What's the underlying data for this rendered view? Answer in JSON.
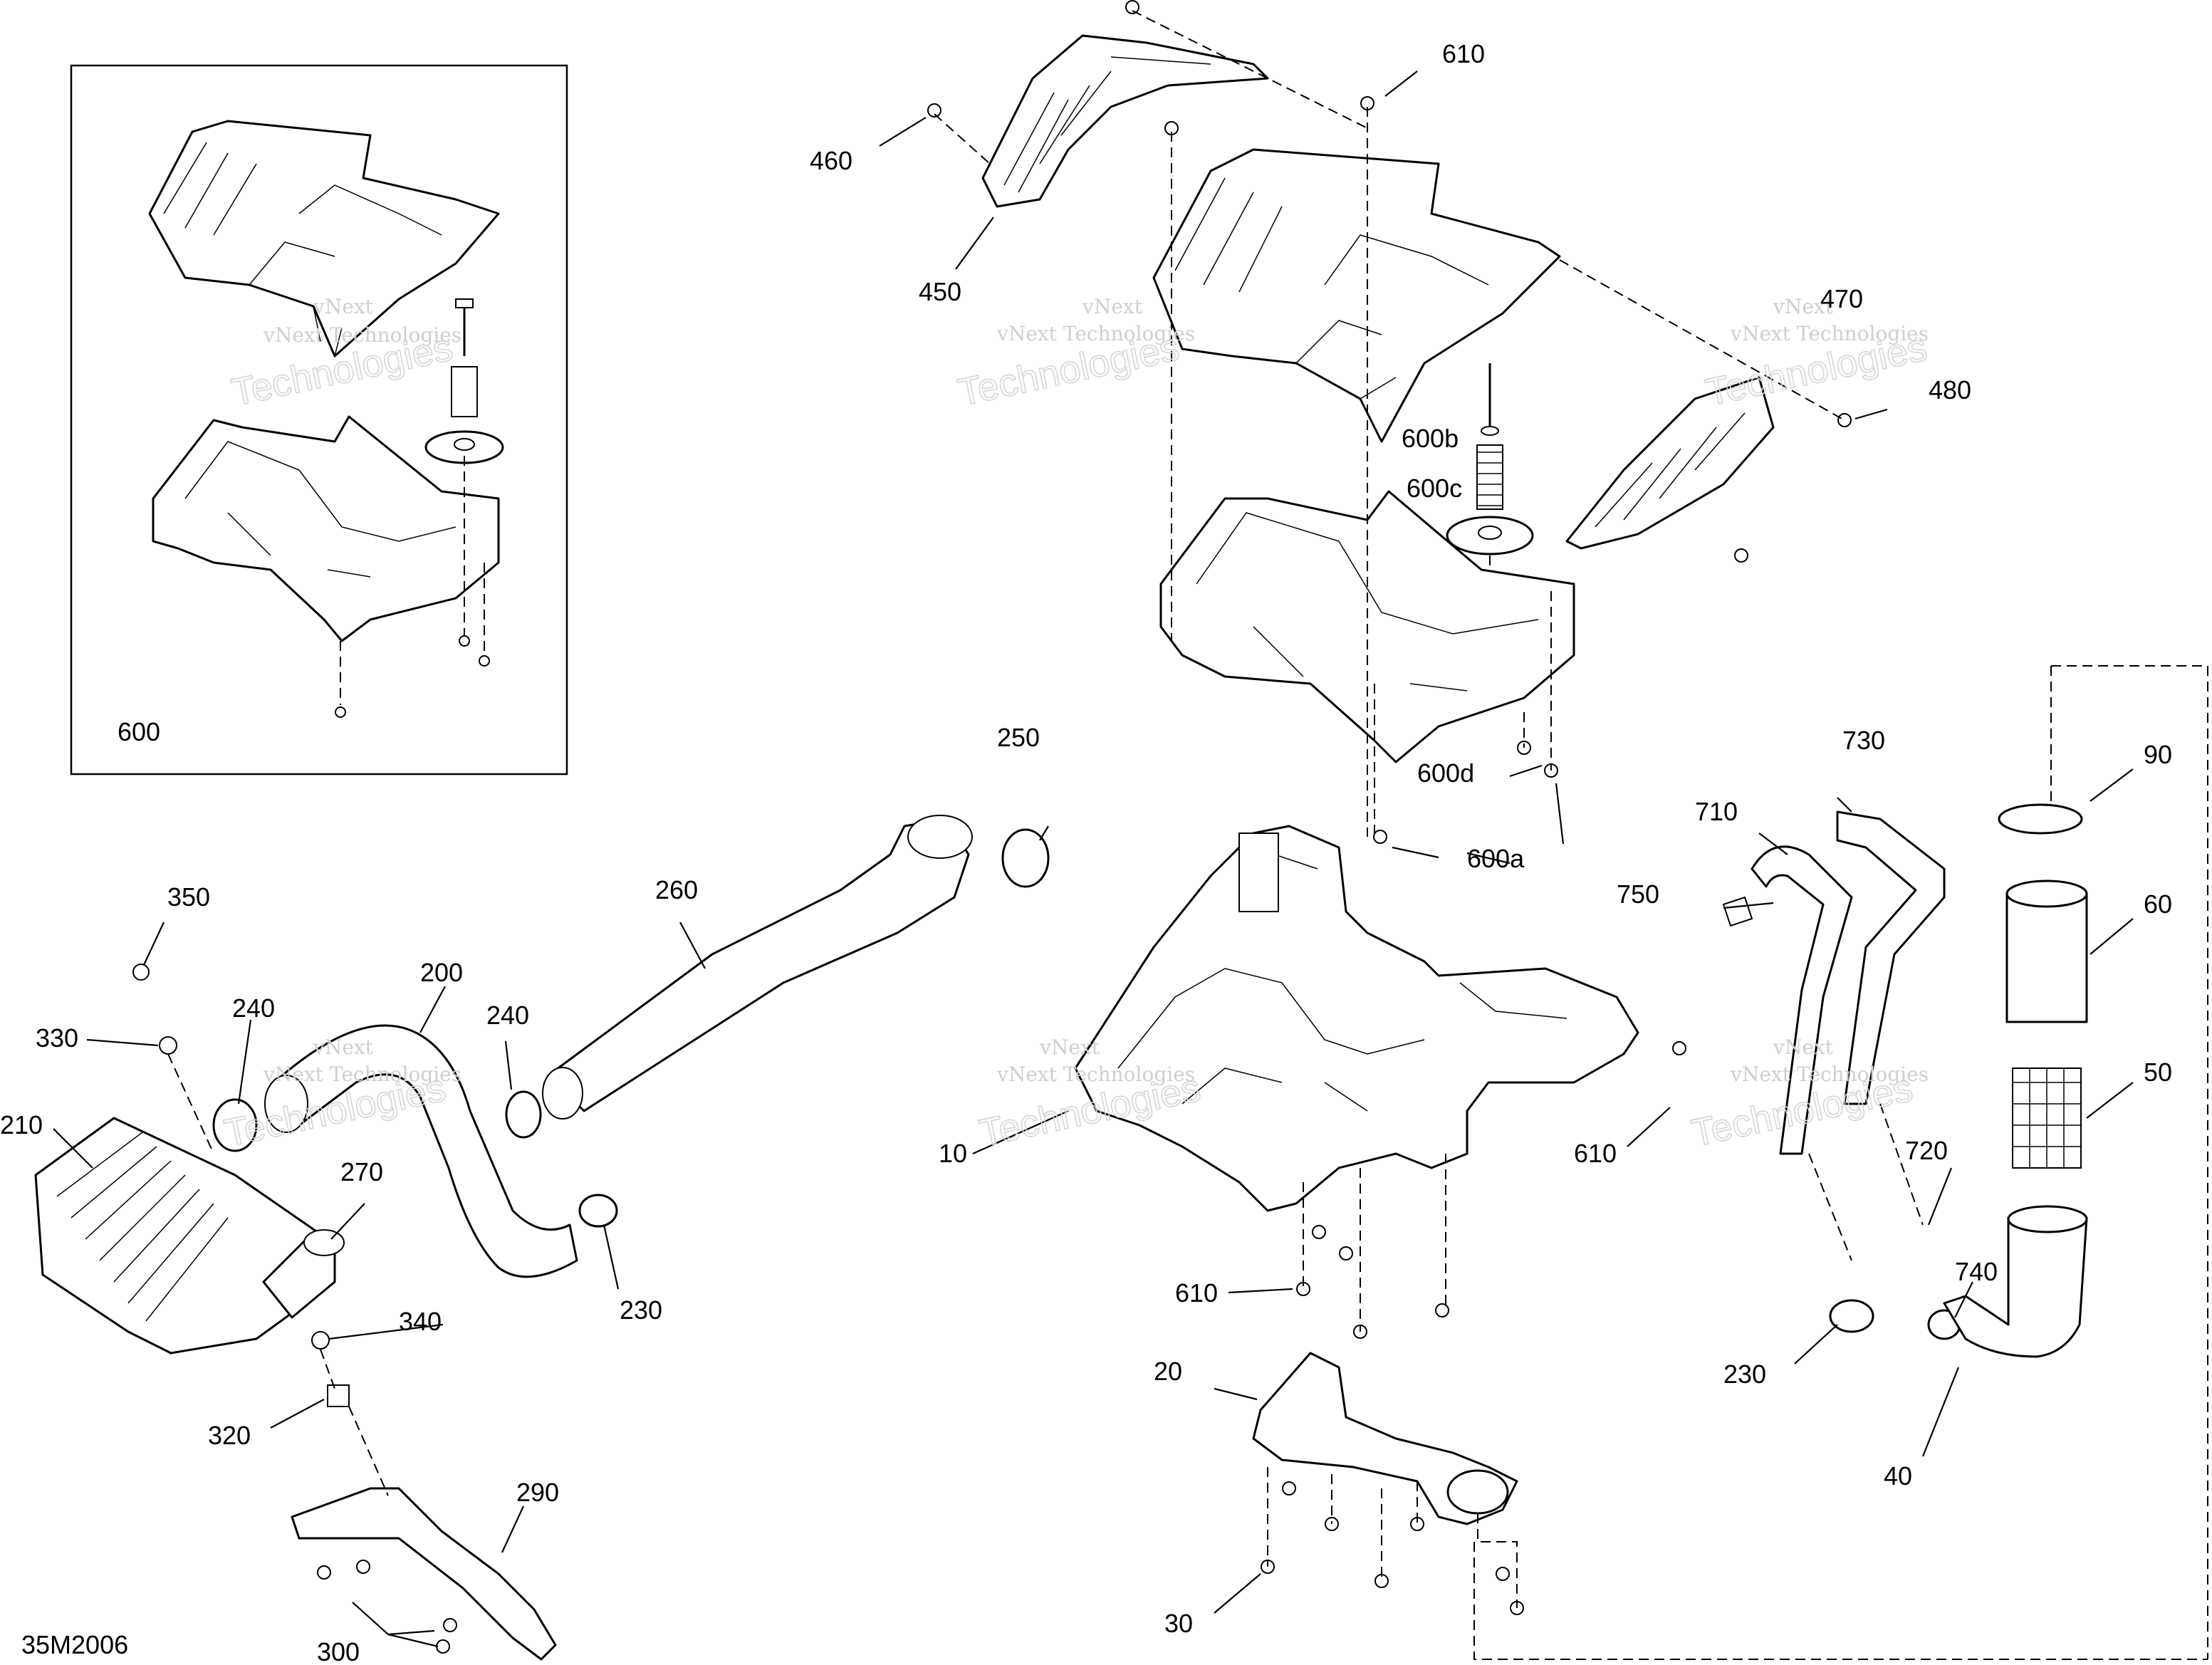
{
  "diagram_code": "35M2006",
  "watermark": {
    "line1": "vNext",
    "line2": "vNext Technologies",
    "line3": "Technologies"
  },
  "labels": {
    "l600": "600",
    "l610_top": "610",
    "l460": "460",
    "l450": "450",
    "l470": "470",
    "l480": "480",
    "l600b": "600b",
    "l600c": "600c",
    "l600d": "600d",
    "l600a": "600a",
    "l250": "250",
    "l260": "260",
    "l730": "730",
    "l710": "710",
    "l90": "90",
    "l750": "750",
    "l60": "60",
    "l350": "350",
    "l200": "200",
    "l240a": "240",
    "l240b": "240",
    "l330": "330",
    "l210": "210",
    "l10": "10",
    "l610_mid": "610",
    "l50": "50",
    "l270": "270",
    "l720": "720",
    "l230a": "230",
    "l740": "740",
    "l340": "340",
    "l610_low": "610",
    "l20": "20",
    "l230b": "230",
    "l320": "320",
    "l40": "40",
    "l290": "290",
    "l30": "30",
    "l300": "300"
  }
}
